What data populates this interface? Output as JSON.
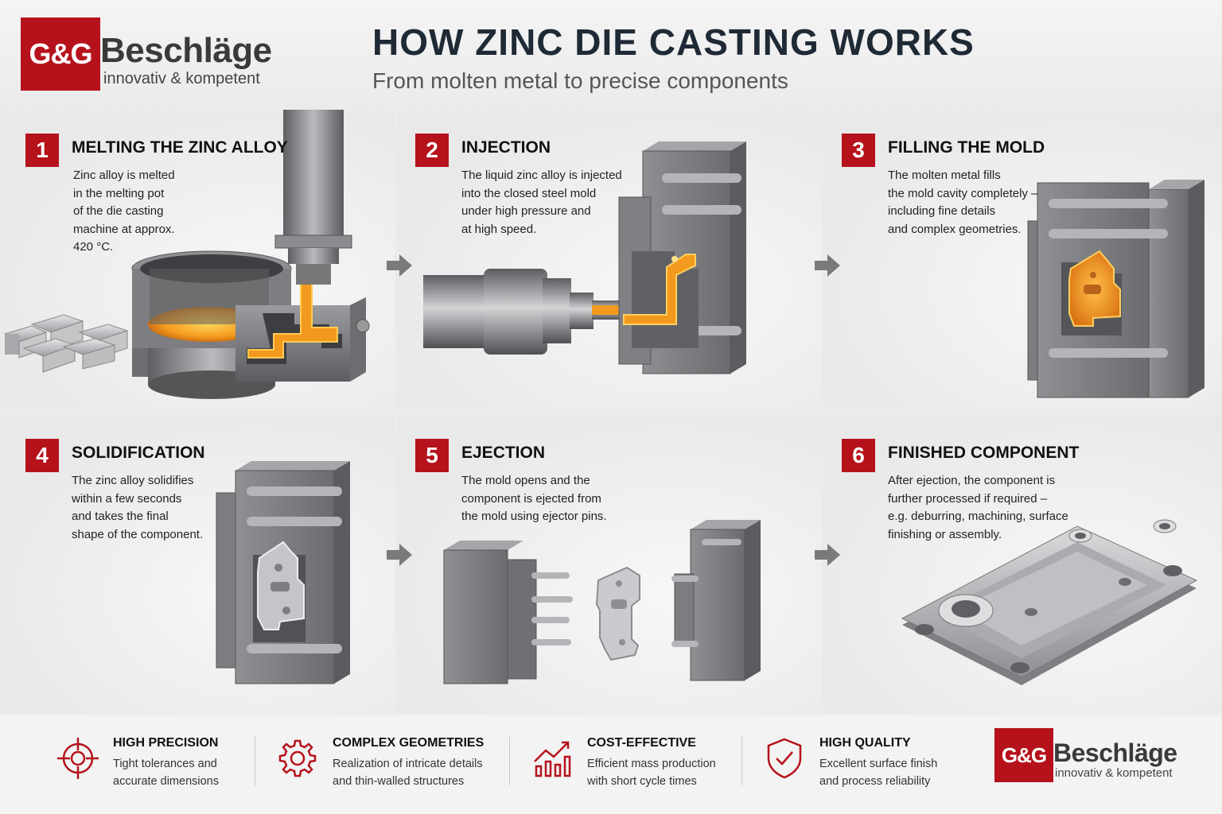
{
  "header": {
    "logo": {
      "short": "G&G",
      "name": "Beschläge",
      "tagline": "innovativ & kompetent"
    },
    "title": "HOW ZINC DIE CASTING WORKS",
    "subtitle": "From molten metal to precise components"
  },
  "steps": [
    {
      "number": "1",
      "title": "MELTING THE ZINC ALLOY",
      "lines": [
        "Zinc alloy is melted",
        "in the melting pot",
        "of the die casting",
        "machine at approx.",
        "420 °C."
      ]
    },
    {
      "number": "2",
      "title": "INJECTION",
      "lines": [
        "The liquid zinc alloy is injected",
        "into the closed steel mold",
        "under high pressure and",
        "at high speed."
      ]
    },
    {
      "number": "3",
      "title": "FILLING THE MOLD",
      "lines": [
        "The molten metal fills",
        "the mold cavity completely –",
        "including fine details",
        "and complex geometries."
      ]
    },
    {
      "number": "4",
      "title": "SOLIDIFICATION",
      "lines": [
        "The zinc alloy solidifies",
        "within a few seconds",
        "and takes the final",
        "shape of the component."
      ]
    },
    {
      "number": "5",
      "title": "EJECTION",
      "lines": [
        "The mold opens and the",
        "component is ejected from",
        "the mold using ejector pins."
      ]
    },
    {
      "number": "6",
      "title": "FINISHED COMPONENT",
      "lines": [
        "After ejection, the component is",
        "further processed if required –",
        "e.g. deburring, machining, surface",
        "finishing or assembly."
      ]
    }
  ],
  "features": [
    {
      "icon": "target-icon",
      "title": "HIGH PRECISION",
      "lines": [
        "Tight tolerances and",
        "accurate dimensions"
      ]
    },
    {
      "icon": "gear-icon",
      "title": "COMPLEX GEOMETRIES",
      "lines": [
        "Realization of intricate details",
        "and thin-walled structures"
      ]
    },
    {
      "icon": "chart-up-icon",
      "title": "COST-EFFECTIVE",
      "lines": [
        "Efficient mass production",
        "with short cycle times"
      ]
    },
    {
      "icon": "shield-check-icon",
      "title": "HIGH QUALITY",
      "lines": [
        "Excellent surface finish",
        "and process reliability"
      ]
    }
  ],
  "footer_logo": {
    "short": "G&G",
    "name": "Beschläge",
    "tagline": "innovativ & kompetent"
  },
  "colors": {
    "brand_red": "#b5121b",
    "molten": "#f39a1e",
    "steel": "#7d7f82",
    "arrow": "#7a7a7a"
  }
}
